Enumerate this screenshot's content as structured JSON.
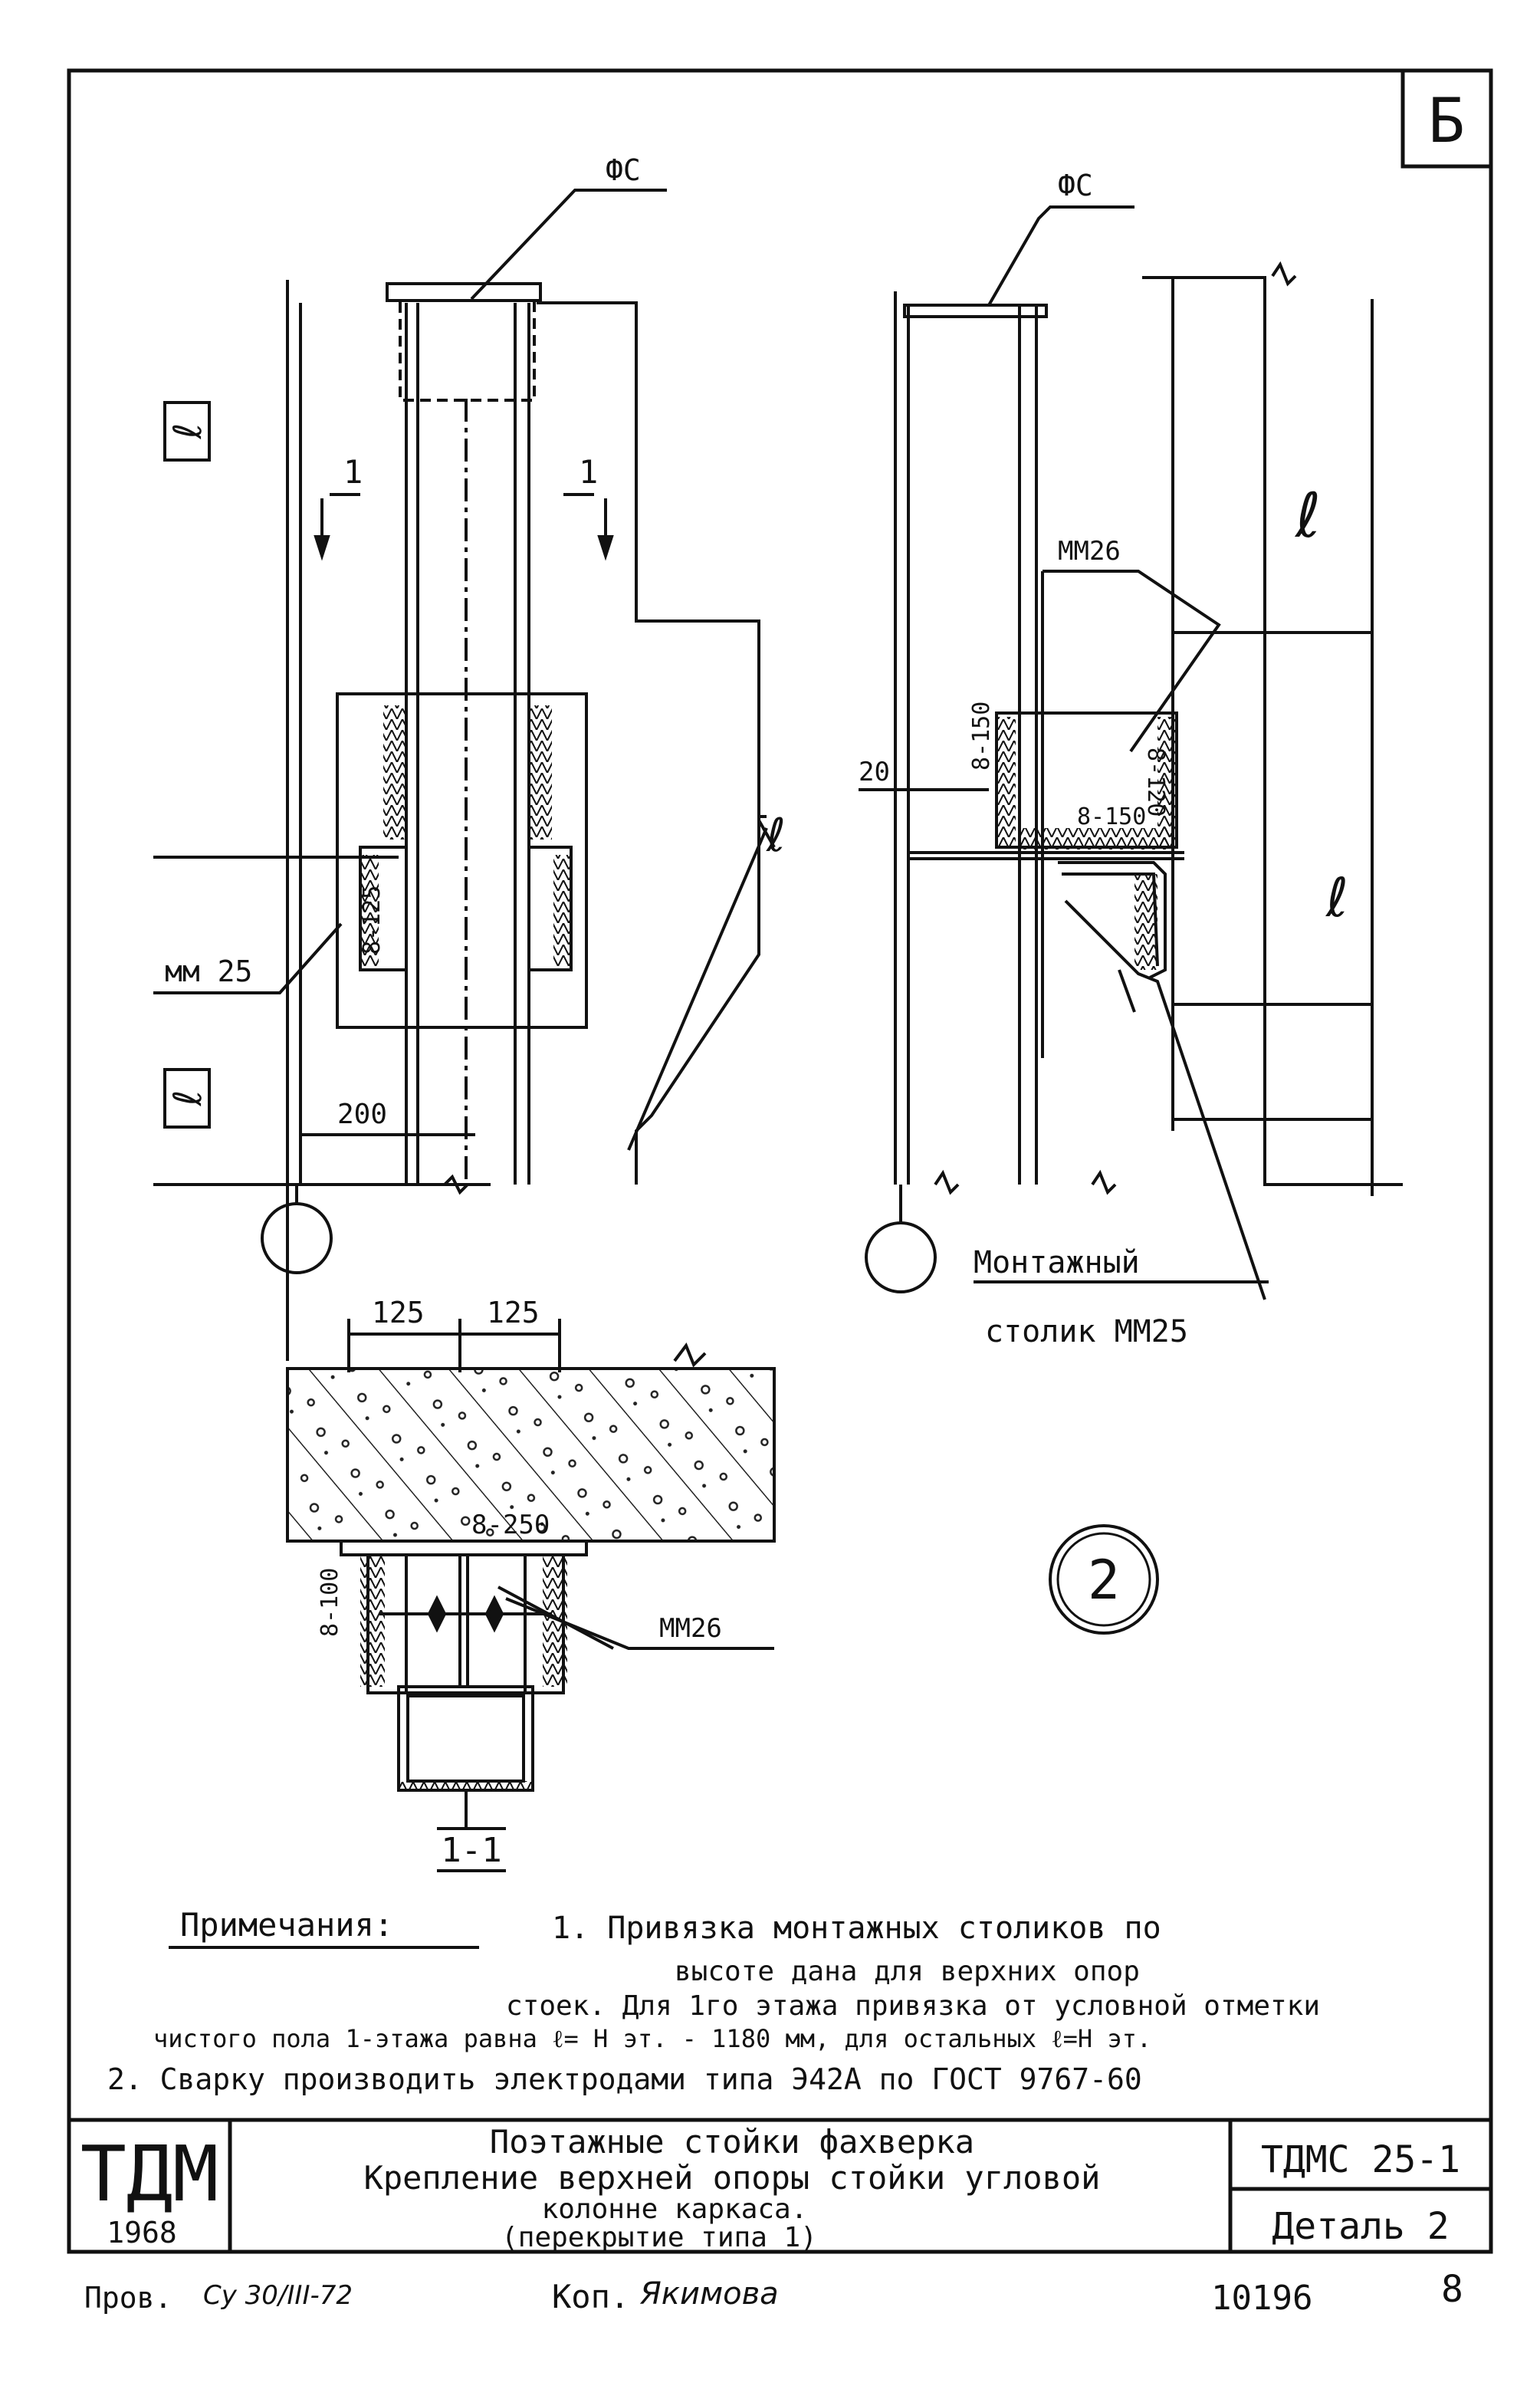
{
  "sheet_letter": "Б",
  "labels": {
    "fc_left": "ФС",
    "fc_right": "ФС",
    "section_mark": "1",
    "dim_label": "ℓ",
    "weld_8_125": "8-125",
    "weld_8_150_a": "8-150",
    "weld_8_150_b": "8-150",
    "weld_8_120": "8-120",
    "weld_8_250": "8-250",
    "weld_8_100": "8-100",
    "mm25": "мм 25",
    "mm26_right": "ММ26",
    "mm26_section": "ММ26",
    "dim_200": "200",
    "dim_20": "20",
    "dim_125_a": "125",
    "dim_125_b": "125",
    "section_caption": "1-1",
    "column_mount_line1": "Монтажный",
    "column_mount_line2": "столик ММ25",
    "detail_number": "2"
  },
  "notes": {
    "header": "Примечания:",
    "line1": "1. Привязка монтажных столиков по",
    "line2": "высоте дана для верхних опор",
    "line3": "стоек. Для 1го этажа привязка от условной отметки",
    "line4": "чистого пола 1-этажа равна ℓ= Н эт. - 1180 мм, для остальных ℓ=Н эт.",
    "line5": "2. Сварку производить электродами типа Э42А по ГОСТ 9767-60"
  },
  "title_block": {
    "org": "ТДМ",
    "year": "1968",
    "title_line1": "Поэтажные стойки фахверка",
    "title_line2": "Крепление верхней опоры стойки угловой",
    "title_line3": "колонне каркаса.",
    "title_line4": "(перекрытие типа 1)",
    "code": "ТДМС 25-1",
    "detail": "Деталь 2"
  },
  "footer": {
    "checked_label": "Пров.",
    "checked_sign": "Су 30/III-72",
    "copy_label": "Коп.",
    "copy_sign": "Якимова",
    "inv_number": "10196",
    "sheet_number": "8"
  }
}
